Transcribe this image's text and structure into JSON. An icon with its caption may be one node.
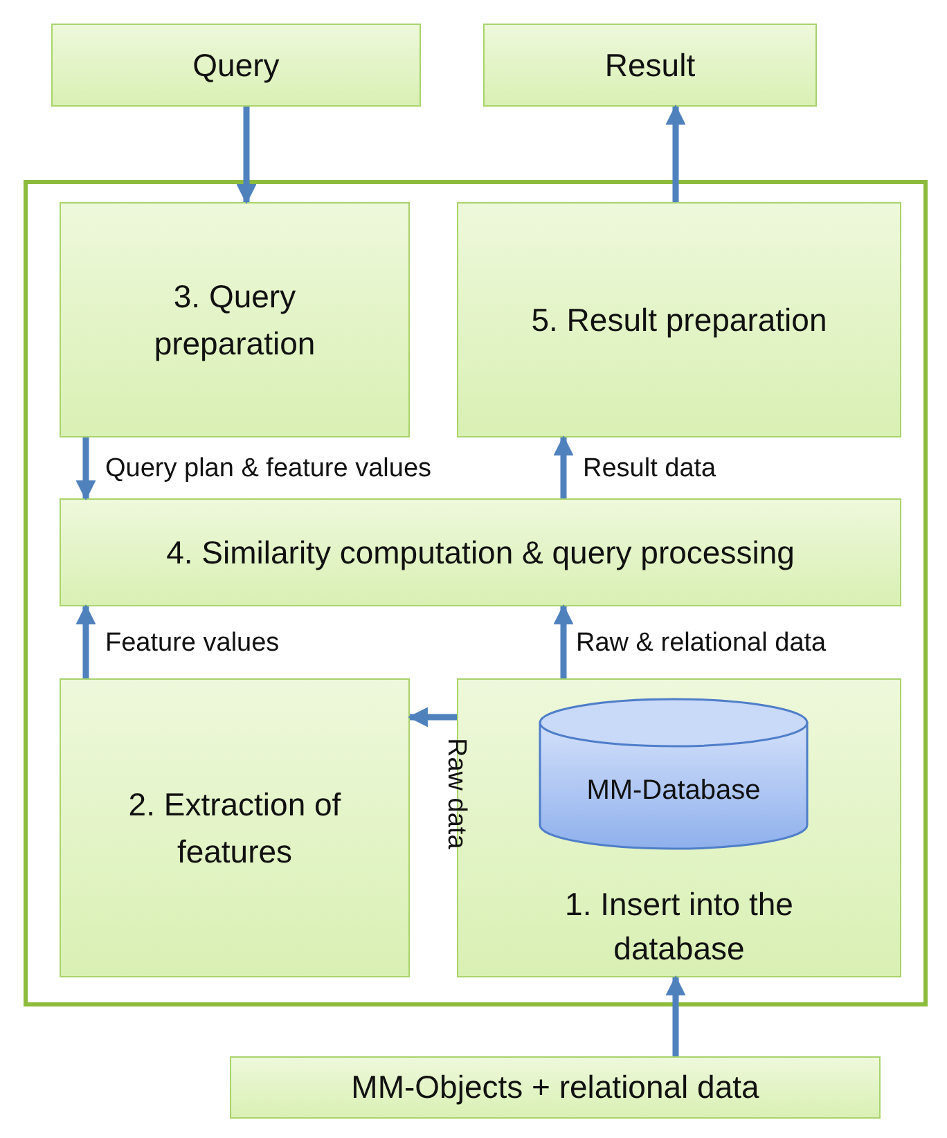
{
  "diagram": {
    "nodes": [
      {
        "text": [
          "Query"
        ]
      },
      {
        "text": [
          "Result"
        ]
      },
      {
        "text": [],
        "shape": "box"
      },
      {
        "text": [
          "3. Query preparation"
        ],
        "in": 2
      },
      {
        "text": [
          "5. Result preparation"
        ],
        "in": 2
      },
      {
        "text": [
          "4. Similarity computation & query processing"
        ],
        "in": 2
      },
      {
        "text": [
          "2. Extraction of features"
        ],
        "in": 2
      },
      {
        "text": [
          "1. Insert into the database"
        ],
        "in": 2
      },
      {
        "text": [
          "MM-Database"
        ],
        "in": 7
      },
      {
        "text": [
          "MM-Objects + relational data"
        ]
      }
    ],
    "edges": [
      {
        "from": 0,
        "to": 3,
        "arrow": "to"
      },
      {
        "from": 4,
        "to": 1,
        "arrow": "to"
      },
      {
        "from": 3,
        "to": 5,
        "arrow": "to",
        "label": "Query plan & feature values"
      },
      {
        "from": 5,
        "to": 4,
        "arrow": "to",
        "label": "Result data"
      },
      {
        "from": 6,
        "to": 5,
        "arrow": "to",
        "label": "Feature values"
      },
      {
        "from": 7,
        "to": 5,
        "arrow": "to",
        "label": "Raw & relational data"
      },
      {
        "from": 7,
        "to": 6,
        "arrow": "to",
        "label": "Raw data"
      },
      {
        "from": 9,
        "to": 7,
        "arrow": "to"
      }
    ]
  }
}
